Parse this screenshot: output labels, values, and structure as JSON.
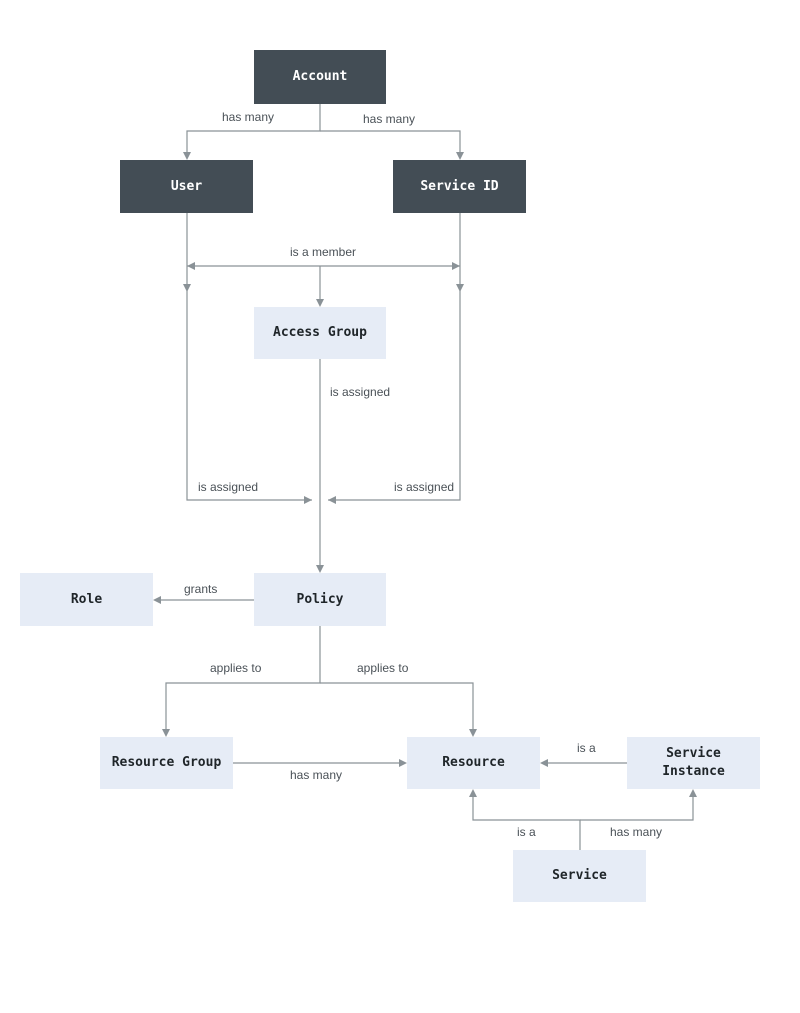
{
  "colors": {
    "dark_node": "#434d55",
    "light_node": "#e6ecf6",
    "edge": "#8a9297",
    "label_text": "#4a5157"
  },
  "nodes": {
    "account": "Account",
    "user": "User",
    "service_id": "Service ID",
    "access_group": "Access Group",
    "policy": "Policy",
    "role": "Role",
    "resource_group": "Resource Group",
    "resource": "Resource",
    "service_instance": "Service\nInstance",
    "service": "Service"
  },
  "edge_labels": {
    "account_user": "has many",
    "account_service_id": "has many",
    "member_of_group": "is a member",
    "group_assigned_policy": "is assigned",
    "user_assigned_policy": "is assigned",
    "service_id_assigned_policy": "is assigned",
    "policy_grants_role": "grants",
    "policy_applies_resource_group": "applies to",
    "policy_applies_resource": "applies to",
    "resource_group_has_resource": "has many",
    "service_instance_is_resource": "is a",
    "service_is_resource": "is a",
    "service_has_instances": "has many"
  }
}
